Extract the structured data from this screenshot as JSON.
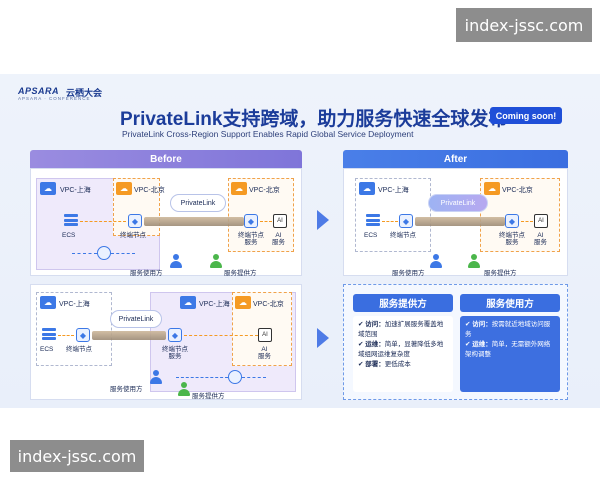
{
  "watermark": {
    "text": "index-jssc.com"
  },
  "brand": {
    "logo": "APSARA",
    "name_cn": "云栖大会",
    "sub": "APSARA · CONFERENCE"
  },
  "title": {
    "main": "PrivateLink支持跨域，助力服务快速全球发布",
    "badge": "Coming soon!",
    "subtitle": "PrivateLink Cross-Region Support Enables Rapid Global Service Deployment"
  },
  "before": {
    "header": "Before",
    "top": {
      "vpc_left": "VPC-上海",
      "vpc_mid": "VPC-北京",
      "vpc_right": "VPC-北京",
      "cloud": "PrivateLink",
      "ecs": "ECS",
      "endpoint": "终端节点",
      "endpoint_service": "终端节点\n服务",
      "ai": "AI\n服务",
      "user_label": "服务使用方",
      "provider_label": "服务提供方"
    },
    "bottom": {
      "vpc_left": "VPC-上海",
      "vpc_mid": "VPC-上海",
      "vpc_right": "VPC-北京",
      "cloud": "PrivateLink",
      "ecs": "ECS",
      "endpoint": "终端节点",
      "endpoint_service": "终端节点\n服务",
      "ai": "AI\n服务",
      "user_label": "服务使用方",
      "provider_label": "服务提供方"
    }
  },
  "after": {
    "header": "After",
    "top": {
      "vpc_left": "VPC-上海",
      "vpc_right": "VPC-北京",
      "cloud": "PrivateLink",
      "ecs": "ECS",
      "endpoint": "终端节点",
      "endpoint_service": "终端节点\n服务",
      "ai": "AI\n服务",
      "user_label": "服务使用方",
      "provider_label": "服务提供方"
    },
    "provider": {
      "header": "服务提供方",
      "items": [
        {
          "key": "访问：",
          "text": "加速扩展服务覆盖地域范围"
        },
        {
          "key": "运维：",
          "text": "简单，显著降低多地域组网运维复杂度"
        },
        {
          "key": "部署：",
          "text": "更低成本"
        }
      ]
    },
    "user": {
      "header": "服务使用方",
      "items": [
        {
          "key": "访问：",
          "text": "按需就近地域访问服务"
        },
        {
          "key": "运维：",
          "text": "简单，无需额外网络架构调整"
        }
      ]
    }
  },
  "colors": {
    "primary": "#3a6ee0",
    "purple": "#7f75d9",
    "orange": "#f59a23",
    "title": "#1b3c9a"
  }
}
